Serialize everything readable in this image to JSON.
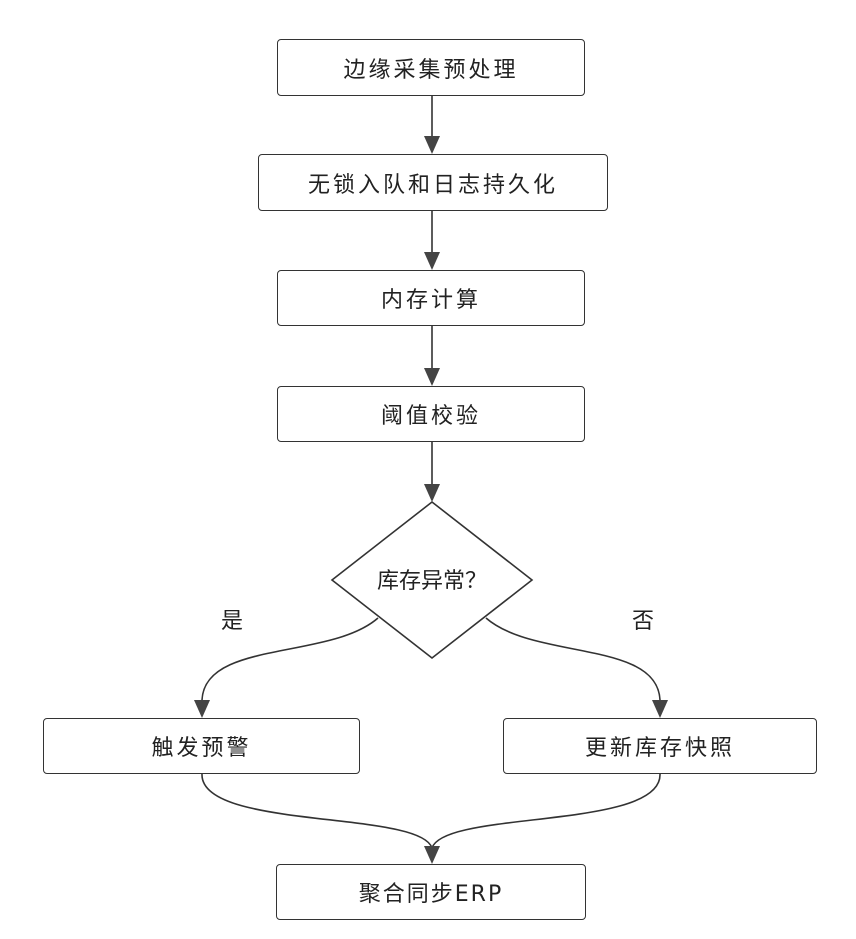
{
  "diagram": {
    "steps": {
      "edge_collect": "边缘采集预处理",
      "lockfree_enqueue": "无锁入队和日志持久化",
      "in_memory_compute": "内存计算",
      "threshold_check": "阈值校验"
    },
    "decision": "库存异常？",
    "branches": {
      "yes_label": "是",
      "no_label": "否",
      "yes_action": "触发预警",
      "no_action": "更新库存快照"
    },
    "final_step": "聚合同步ERP"
  },
  "colors": {
    "stroke": "#333333",
    "arrow_fill": "#444444",
    "text": "#222222"
  }
}
